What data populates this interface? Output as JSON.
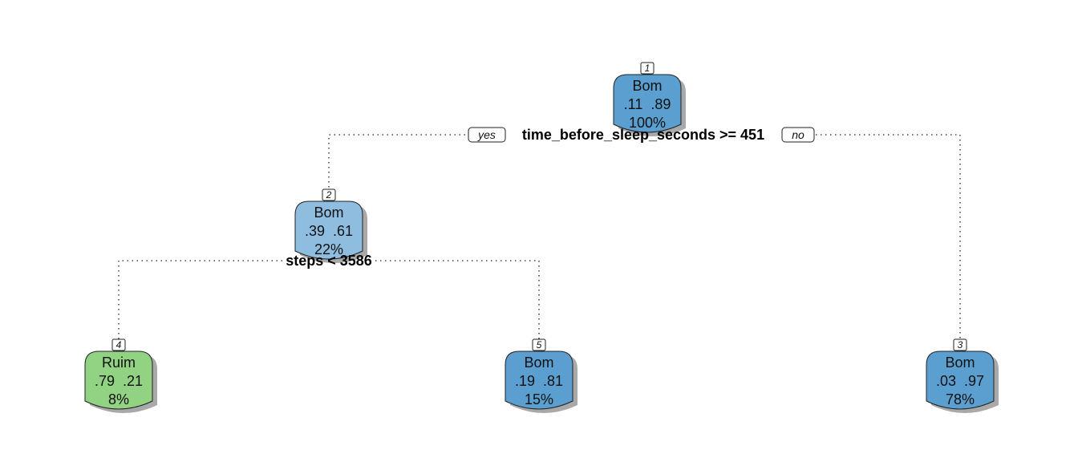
{
  "colors": {
    "bom_dark": "#5a9fd0",
    "bom_light": "#8fbde0",
    "ruim": "#92d283"
  },
  "branch_labels": {
    "yes": "yes",
    "no": "no"
  },
  "nodes": [
    {
      "id": "1",
      "number": "1",
      "class": "Bom",
      "probs": ".11  .89",
      "pct": "100%",
      "color": "bom_dark"
    },
    {
      "id": "2",
      "number": "2",
      "class": "Bom",
      "probs": ".39  .61",
      "pct": "22%",
      "color": "bom_light"
    },
    {
      "id": "3",
      "number": "3",
      "class": "Bom",
      "probs": ".03  .97",
      "pct": "78%",
      "color": "bom_dark"
    },
    {
      "id": "4",
      "number": "4",
      "class": "Ruim",
      "probs": ".79  .21",
      "pct": "8%",
      "color": "ruim"
    },
    {
      "id": "5",
      "number": "5",
      "class": "Bom",
      "probs": ".19  .81",
      "pct": "15%",
      "color": "bom_dark"
    }
  ],
  "splits": [
    {
      "node": "1",
      "rule": "time_before_sleep_seconds >= 451"
    },
    {
      "node": "2",
      "rule": "steps < 3586"
    }
  ]
}
